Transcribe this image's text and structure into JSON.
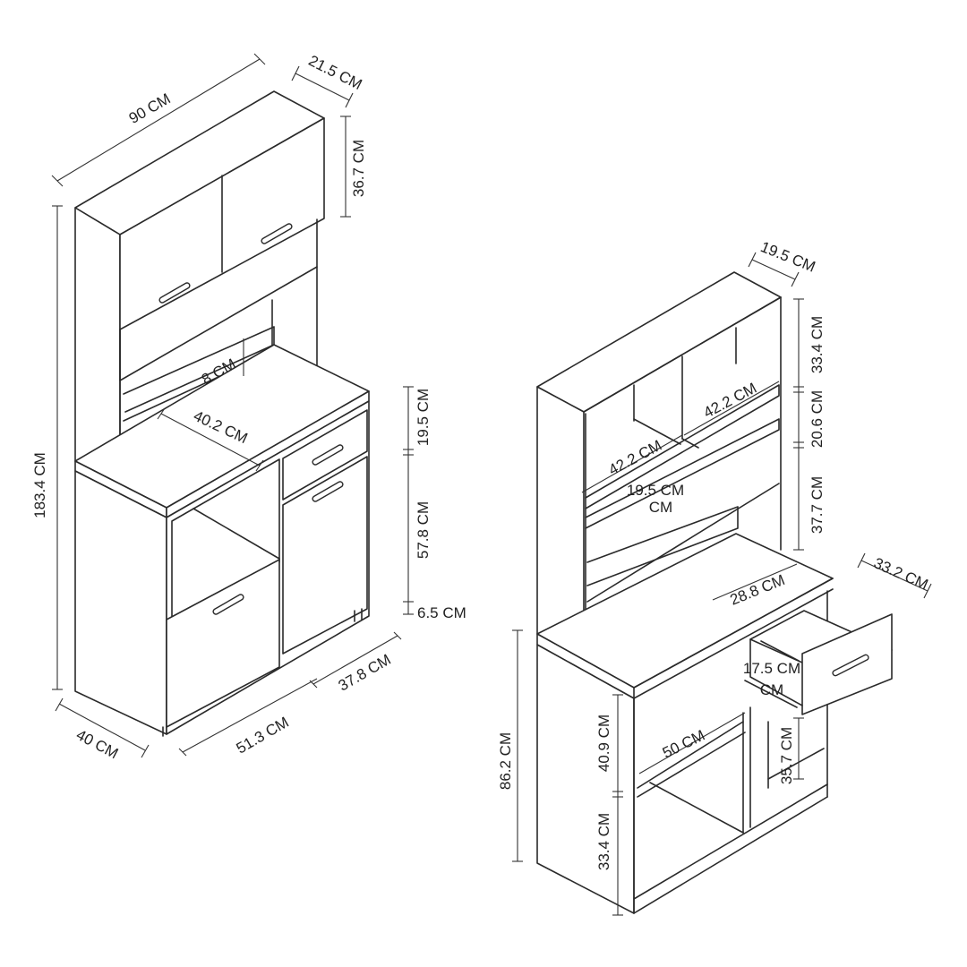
{
  "left_view": {
    "dims": {
      "width": "90 CM",
      "top_depth": "21.5 CM",
      "top_cabinet_height": "36.7 CM",
      "total_height": "183.4 CM",
      "shelf_gap": "8 CM",
      "counter_width": "40.2 CM",
      "drawer_height": "19.5 CM",
      "door_height": "57.8 CM",
      "foot_height": "6.5 CM",
      "door_width": "37.8 CM",
      "bay_width": "51.3 CM",
      "depth": "40 CM"
    }
  },
  "right_view": {
    "dims": {
      "top_depth": "19.5 CM",
      "top_compartment_height": "33.4 CM",
      "middle_compartment_height": "20.6 CM",
      "lower_hutch_height": "37.7 CM",
      "compartment_width_right": "42.2 CM",
      "compartment_width_left": "42.2 CM",
      "shelf_depth": "19.5 CM",
      "drawer_width": "28.8 CM",
      "drawer_depth": "33.2 CM",
      "drawer_height": "17.5 CM",
      "base_height": "86.2 CM",
      "open_width": "50 CM",
      "upper_open_height": "40.9 CM",
      "side_opening_height": "35.7 CM",
      "lower_open_height": "33.4 CM"
    }
  }
}
